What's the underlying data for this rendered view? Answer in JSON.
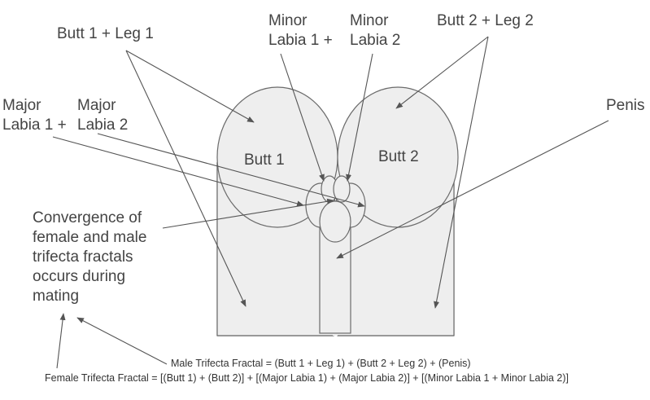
{
  "labels": {
    "butt1_leg1": "Butt 1 + Leg 1",
    "minor_labia_1": [
      "Minor",
      "Labia 1 +"
    ],
    "minor_labia_2": [
      "Minor",
      "Labia 2"
    ],
    "butt2_leg2": "Butt 2 + Leg 2",
    "penis": "Penis",
    "major_labia_1": [
      "Major",
      "Labia 1 +"
    ],
    "major_labia_2": [
      "Major",
      "Labia 2"
    ],
    "convergence": [
      "Convergence of",
      "female and male",
      "trifecta fractals",
      "occurs during",
      "mating"
    ]
  },
  "shapes": {
    "butt1": "Butt 1",
    "butt2": "Butt 2"
  },
  "formulas": {
    "male": "Male Trifecta Fractal = (Butt 1 + Leg 1) + (Butt 2 + Leg 2) + (Penis)",
    "female": "Female Trifecta Fractal = [(Butt 1) + (Butt 2)] + [(Major Labia 1) + (Major Labia 2)] + [(Minor Labia 1 + Minor Labia 2)]"
  },
  "colors": {
    "fill": "#eeeeee",
    "stroke": "#6b6b6b"
  }
}
